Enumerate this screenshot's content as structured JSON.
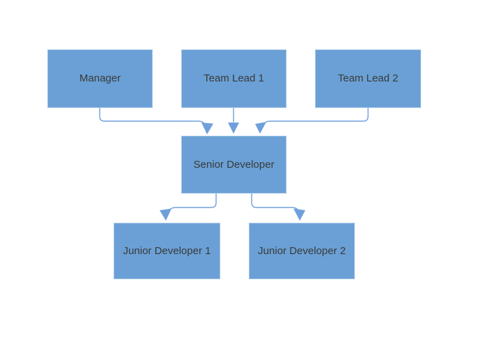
{
  "diagram": {
    "type": "org-chart",
    "nodes": [
      {
        "id": "manager",
        "label": "Manager"
      },
      {
        "id": "team-lead-1",
        "label": "Team Lead 1"
      },
      {
        "id": "team-lead-2",
        "label": "Team Lead 2"
      },
      {
        "id": "senior-developer",
        "label": "Senior Developer"
      },
      {
        "id": "junior-developer-1",
        "label": "Junior Developer 1"
      },
      {
        "id": "junior-developer-2",
        "label": "Junior Developer 2"
      }
    ],
    "edges": [
      {
        "from": "Manager",
        "to": "Senior Developer",
        "arrow": "down"
      },
      {
        "from": "Team Lead 1",
        "to": "Senior Developer",
        "arrow": "down"
      },
      {
        "from": "Team Lead 2",
        "to": "Senior Developer",
        "arrow": "down"
      },
      {
        "from": "Senior Developer",
        "to": "Junior Developer 1",
        "arrow": "down"
      },
      {
        "from": "Senior Developer",
        "to": "Junior Developer 2",
        "arrow": "down"
      }
    ],
    "colors": {
      "node_fill": "#6AA0D5",
      "node_border": "#A3C4E8",
      "connector": "#6FA0DC",
      "text": "#3A3A3A",
      "background": "#FFFFFF"
    }
  }
}
